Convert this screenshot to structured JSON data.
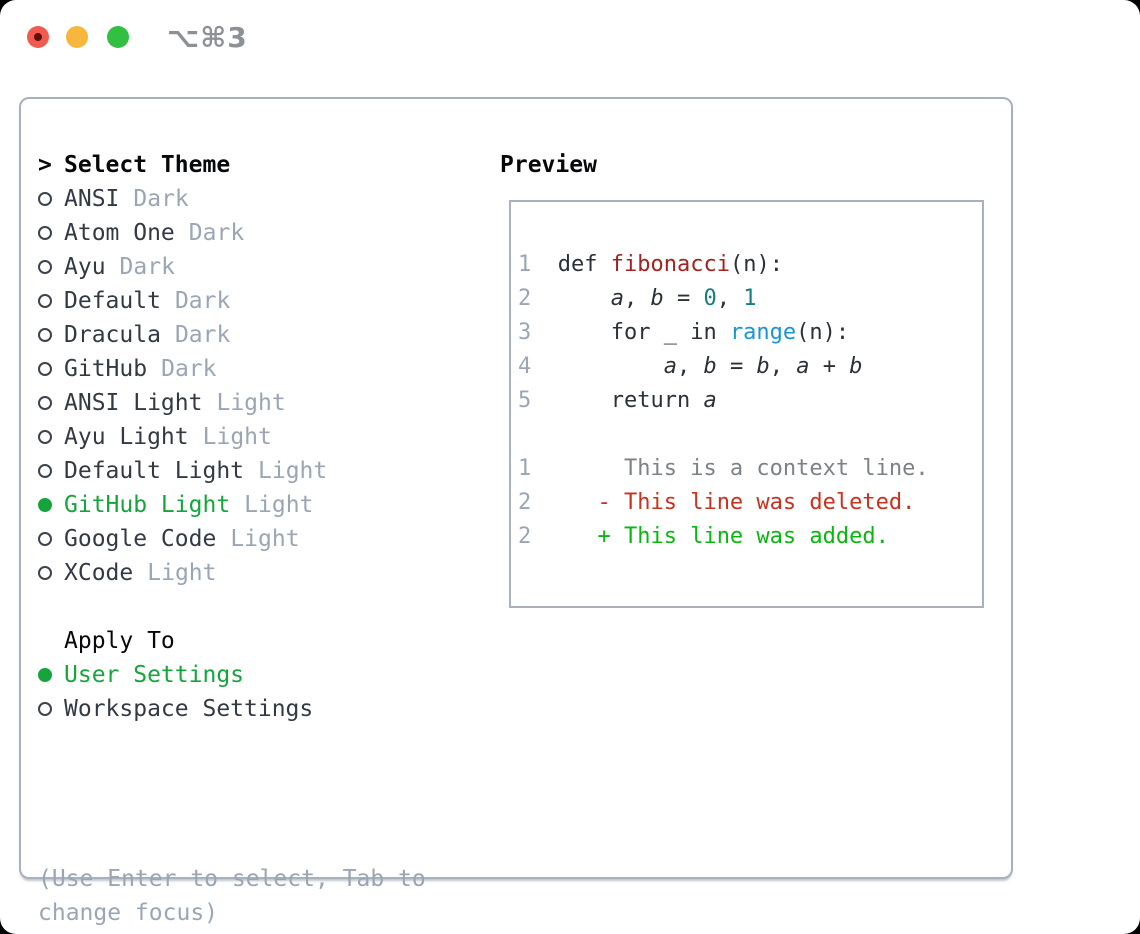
{
  "titlebar": {
    "shortcut_label": "⌥⌘3"
  },
  "theme_list": {
    "header_prefix": ">",
    "header": "Select Theme",
    "items": [
      {
        "name": "ANSI",
        "badge": "Dark",
        "selected": false
      },
      {
        "name": "Atom One",
        "badge": "Dark",
        "selected": false
      },
      {
        "name": "Ayu",
        "badge": "Dark",
        "selected": false
      },
      {
        "name": "Default",
        "badge": "Dark",
        "selected": false
      },
      {
        "name": "Dracula",
        "badge": "Dark",
        "selected": false
      },
      {
        "name": "GitHub",
        "badge": "Dark",
        "selected": false
      },
      {
        "name": "ANSI Light",
        "badge": "Light",
        "selected": false
      },
      {
        "name": "Ayu Light",
        "badge": "Light",
        "selected": false
      },
      {
        "name": "Default Light",
        "badge": "Light",
        "selected": false
      },
      {
        "name": "GitHub Light",
        "badge": "Light",
        "selected": true
      },
      {
        "name": "Google Code",
        "badge": "Light",
        "selected": false
      },
      {
        "name": "XCode",
        "badge": "Light",
        "selected": false
      }
    ]
  },
  "apply_to": {
    "header": "Apply To",
    "options": [
      {
        "label": "User Settings",
        "selected": true
      },
      {
        "label": "Workspace Settings",
        "selected": false
      }
    ]
  },
  "hint_lines": [
    "(Use Enter to select, Tab to",
    "change focus)"
  ],
  "preview": {
    "title": "Preview",
    "lines": [
      {
        "tokens": [
          {
            "t": "1  ",
            "c": "ln"
          },
          {
            "t": "def ",
            "c": "txt"
          },
          {
            "t": "fibonacci",
            "c": "fn"
          },
          {
            "t": "(n):",
            "c": "txt"
          }
        ]
      },
      {
        "tokens": [
          {
            "t": "2  ",
            "c": "ln"
          },
          {
            "t": "    ",
            "c": "txt"
          },
          {
            "t": "a",
            "c": "var"
          },
          {
            "t": ", ",
            "c": "txt"
          },
          {
            "t": "b",
            "c": "var"
          },
          {
            "t": " = ",
            "c": "txt"
          },
          {
            "t": "0",
            "c": "num"
          },
          {
            "t": ", ",
            "c": "txt"
          },
          {
            "t": "1",
            "c": "num"
          }
        ]
      },
      {
        "tokens": [
          {
            "t": "3  ",
            "c": "ln"
          },
          {
            "t": "    for _ in ",
            "c": "txt"
          },
          {
            "t": "range",
            "c": "call"
          },
          {
            "t": "(n):",
            "c": "txt"
          }
        ]
      },
      {
        "tokens": [
          {
            "t": "4  ",
            "c": "ln"
          },
          {
            "t": "        ",
            "c": "txt"
          },
          {
            "t": "a",
            "c": "var"
          },
          {
            "t": ", ",
            "c": "txt"
          },
          {
            "t": "b",
            "c": "var"
          },
          {
            "t": " = ",
            "c": "txt"
          },
          {
            "t": "b",
            "c": "var"
          },
          {
            "t": ", ",
            "c": "txt"
          },
          {
            "t": "a",
            "c": "var"
          },
          {
            "t": " + ",
            "c": "txt"
          },
          {
            "t": "b",
            "c": "var"
          }
        ]
      },
      {
        "tokens": [
          {
            "t": "5  ",
            "c": "ln"
          },
          {
            "t": "    return ",
            "c": "txt"
          },
          {
            "t": "a",
            "c": "var"
          }
        ]
      },
      {
        "tokens": []
      },
      {
        "tokens": [
          {
            "t": "1  ",
            "c": "ln"
          },
          {
            "t": "     This is a context line.",
            "c": "ctx"
          }
        ]
      },
      {
        "tokens": [
          {
            "t": "2  ",
            "c": "ln"
          },
          {
            "t": "   - This line was deleted.",
            "c": "del"
          }
        ]
      },
      {
        "tokens": [
          {
            "t": "2  ",
            "c": "ln"
          },
          {
            "t": "   + This line was added.",
            "c": "add"
          }
        ]
      }
    ]
  },
  "colors": {
    "accent-green": "#16a53c",
    "badge-gray": "#9aa6b4",
    "item-text": "#333a44",
    "heading-black": "#070809",
    "border-gray": "#a9b2bc",
    "hint-gray": "#9aa6b4",
    "shortcut-gray": "#8d9196",
    "radio-ring": "#3c434e",
    "code-text": "#2b3139",
    "line-number-gray": "#9aa6b6",
    "function-red": "#a32320",
    "number-teal": "#177e7f",
    "call-blue": "#1b95d0",
    "context-gray": "#7d8288",
    "deleted-red": "#c8321f",
    "added-green": "#09b80f",
    "tl-red": "#f15b4f",
    "tl-red-dot": "#5f100a",
    "tl-yellow": "#f6b73c",
    "tl-green": "#32bf42"
  }
}
